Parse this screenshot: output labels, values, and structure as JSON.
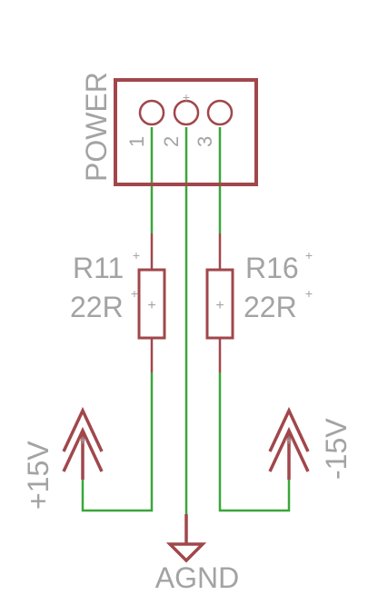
{
  "colors": {
    "wire": "#3aa63a",
    "component": "#a1474b",
    "label": "#a3a3a3",
    "background": "#ffffff"
  },
  "connector": {
    "name": "POWER",
    "pins": [
      "1",
      "2",
      "3"
    ]
  },
  "resistors": [
    {
      "ref": "R11",
      "value": "22R"
    },
    {
      "ref": "R16",
      "value": "22R"
    }
  ],
  "supplies": {
    "positive": "+15V",
    "negative": "-15V"
  },
  "ground": {
    "name": "AGND"
  },
  "origin_mark": "+"
}
